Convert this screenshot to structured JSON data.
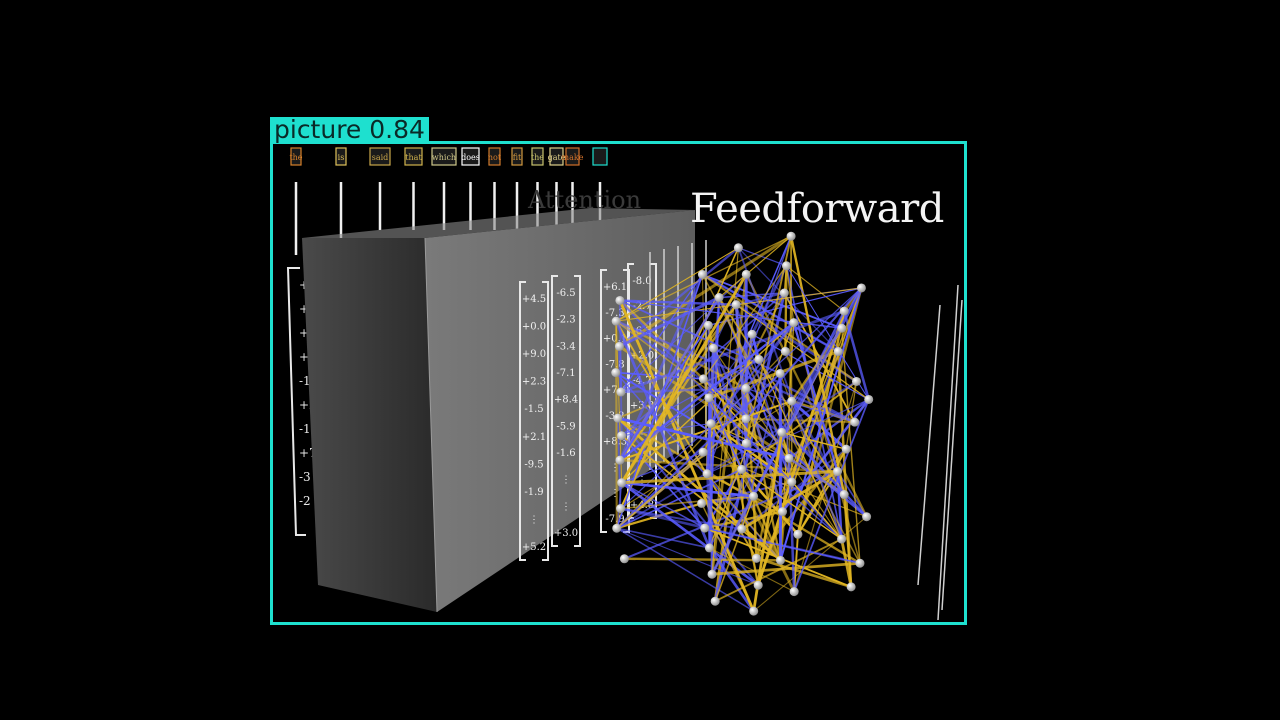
{
  "detection": {
    "label": "picture",
    "score": "0.84"
  },
  "scene": {
    "title": "Feedforward",
    "faint_title": "Attention",
    "tokens": [
      "the",
      "is",
      "said",
      "that",
      "which",
      "does",
      "not",
      "fit",
      "the",
      "gate",
      "make",
      ""
    ],
    "token_colors": [
      "#d9822b",
      "#e0c25b",
      "#c9a64a",
      "#d1b44e",
      "#cfc78a",
      "#ffffff",
      "#d07a2b",
      "#d39a40",
      "#c9c36d",
      "#e0d08a",
      "#d0702a",
      "#1ee0cf"
    ],
    "left_column_values": [
      "+1",
      "+6",
      "+2",
      "+0",
      "-1",
      "+2",
      "-1",
      "+7",
      "-3",
      "-2"
    ],
    "columns": [
      {
        "values": [
          "+4.5",
          "+0.0",
          "+9.0",
          "+2.3",
          "-1.5",
          "+2.1",
          "-9.5",
          "-1.9",
          "⋮",
          "+5.2"
        ]
      },
      {
        "values": [
          "-6.5",
          "-2.3",
          "-3.4",
          "-7.1",
          "+8.4",
          "-5.9",
          "-1.6",
          "⋮",
          "⋮",
          "+3.0"
        ]
      },
      {
        "values": [
          "+6.1",
          "-7.3",
          "+0.1",
          "-7.8",
          "+7.4",
          "-3.2",
          "+8.3",
          "⋮",
          "⋮",
          "-7.9"
        ]
      },
      {
        "values": [
          "-8.0",
          "-2.7",
          "-6.3",
          "+2.0",
          "-4.7",
          "+3.8",
          "⋮",
          "⋮",
          "⋮",
          "+4.8"
        ]
      }
    ],
    "colors": {
      "accent": "#1ee0cf",
      "edge_blue": "#5a5cff",
      "edge_gold": "#e2b623",
      "node": "#d8d8d8",
      "block": "#5c5c5c"
    }
  }
}
